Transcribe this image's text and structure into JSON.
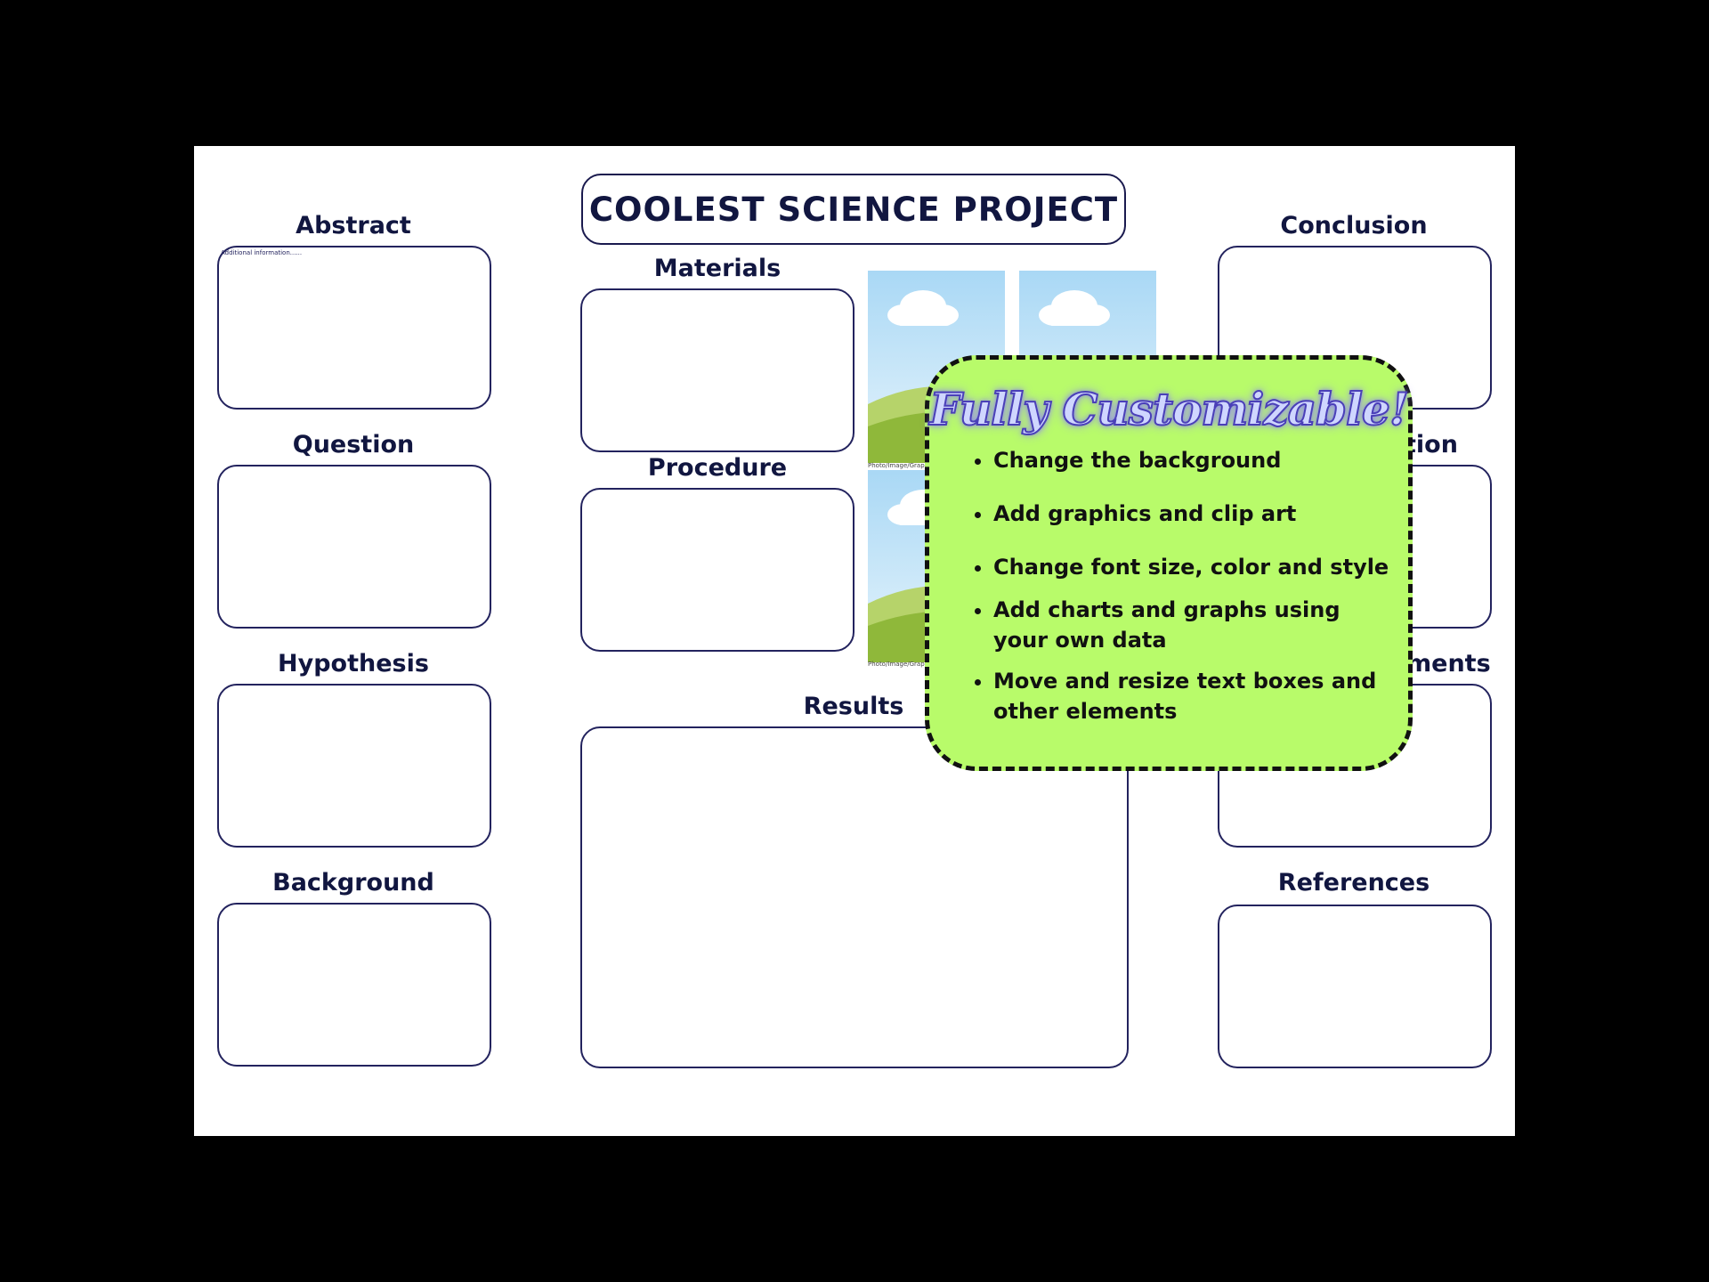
{
  "poster": {
    "title": "COOLEST SCIENCE PROJECT",
    "left_sections": [
      {
        "heading": "Abstract",
        "placeholder": "Additional information......"
      },
      {
        "heading": "Question",
        "placeholder": ""
      },
      {
        "heading": "Hypothesis",
        "placeholder": ""
      },
      {
        "heading": "Background",
        "placeholder": ""
      }
    ],
    "center_sections": {
      "materials": "Materials",
      "procedure": "Procedure",
      "results": "Results"
    },
    "right_sections": [
      {
        "heading": "Conclusion"
      },
      {
        "heading": "tion"
      },
      {
        "heading": "ments"
      },
      {
        "heading": "References"
      }
    ],
    "photo_captions": [
      "Photo/Image/Grap",
      "Photo/Image/Grap"
    ]
  },
  "callout": {
    "title": "Fully Customizable!",
    "items": [
      "Change the background",
      "Add graphics and clip art",
      "Change font size, color and style",
      "Add charts and graphs using your own data",
      "Move and resize text boxes and other elements"
    ]
  },
  "colors": {
    "navy": "#111640",
    "callout_bg": "#b8fb6a",
    "sky": "#bfe3f7",
    "grass": "#8fb83a"
  },
  "icons": [
    "cloud-icon",
    "hill-icon"
  ]
}
